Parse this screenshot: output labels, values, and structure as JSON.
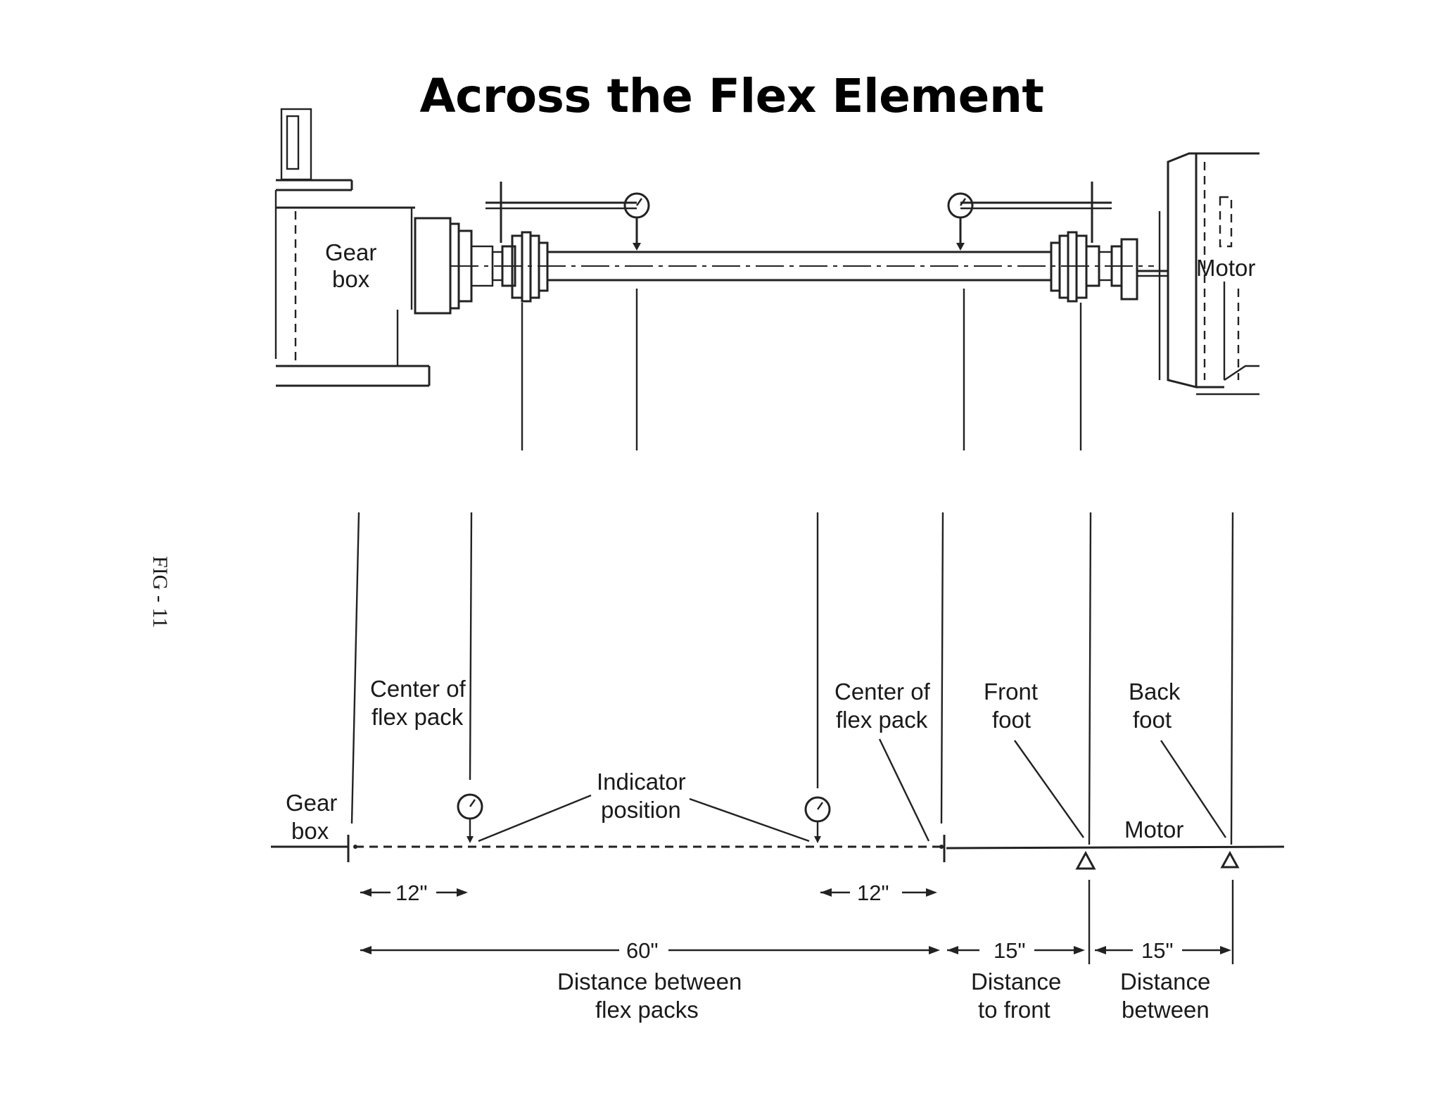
{
  "title": "Across the Flex Element",
  "figure_label": "FIG - 11",
  "top_view": {
    "gearbox_label": [
      "Gear",
      "box"
    ],
    "motor_label": "Motor"
  },
  "bottom_view": {
    "gearbox_label": [
      "Gear",
      "box"
    ],
    "motor_label": "Motor",
    "center_flex_pack_left": [
      "Center of",
      "flex pack"
    ],
    "center_flex_pack_right": [
      "Center of",
      "flex pack"
    ],
    "indicator_position": [
      "Indicator",
      "position"
    ],
    "front_foot": [
      "Front",
      "foot"
    ],
    "back_foot": [
      "Back",
      "foot"
    ]
  },
  "dimensions": {
    "left_offset": "12\"",
    "right_offset": "12\"",
    "flex_span": "60\"",
    "flex_span_caption": [
      "Distance between",
      "flex packs"
    ],
    "front_dist": "15\"",
    "front_dist_caption": [
      "Distance",
      "to front"
    ],
    "between_dist": "15\"",
    "between_dist_caption": [
      "Distance",
      "between"
    ]
  }
}
